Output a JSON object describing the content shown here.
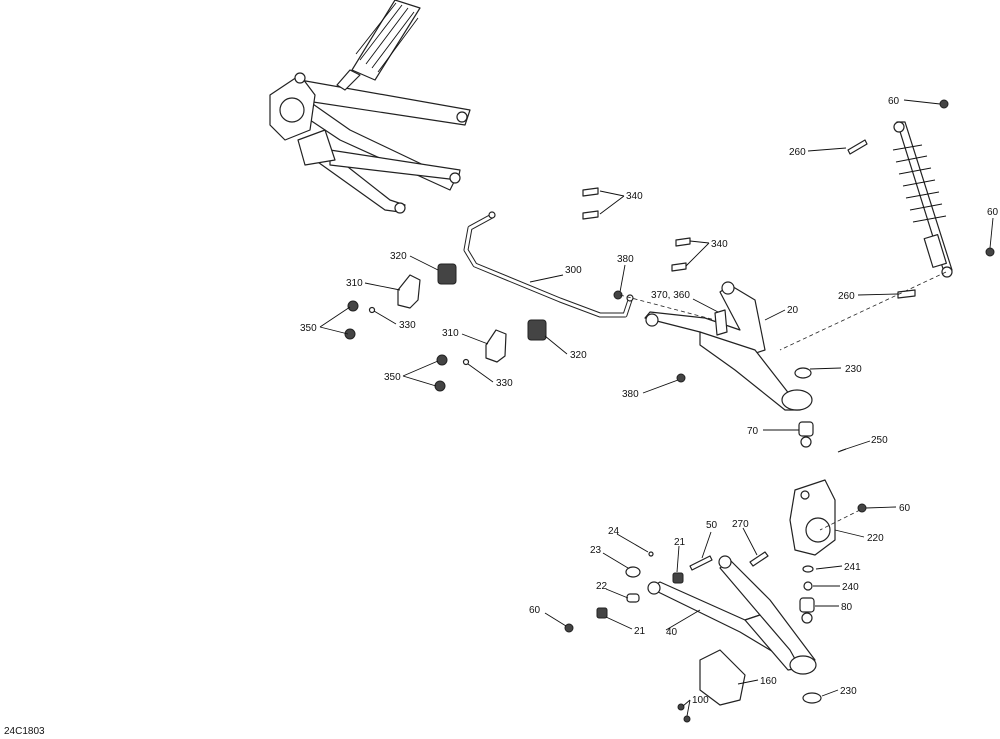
{
  "diagram_ref": "24C1803",
  "callouts": {
    "c60_top": "60",
    "c260_top": "260",
    "c340_a": "340",
    "c60_right": "60",
    "c340_b": "340",
    "c320_left": "320",
    "c300": "300",
    "c380_top": "380",
    "c310_left": "310",
    "c370_360": "370, 360",
    "c20": "20",
    "c260_mid": "260",
    "c350_left": "350",
    "c330_left": "330",
    "c310_mid": "310",
    "c320_mid": "320",
    "c230_top": "230",
    "c350_mid": "350",
    "c330_mid": "330",
    "c380_bottom": "380",
    "c70": "70",
    "c250": "250",
    "c60_mid": "60",
    "c24": "24",
    "c50": "50",
    "c270": "270",
    "c220": "220",
    "c21_top": "21",
    "c23": "23",
    "c241": "241",
    "c240": "240",
    "c22": "22",
    "c80": "80",
    "c60_bottom": "60",
    "c21_bottom": "21",
    "c40": "40",
    "c160": "160",
    "c230_bottom": "230",
    "c100": "100"
  }
}
